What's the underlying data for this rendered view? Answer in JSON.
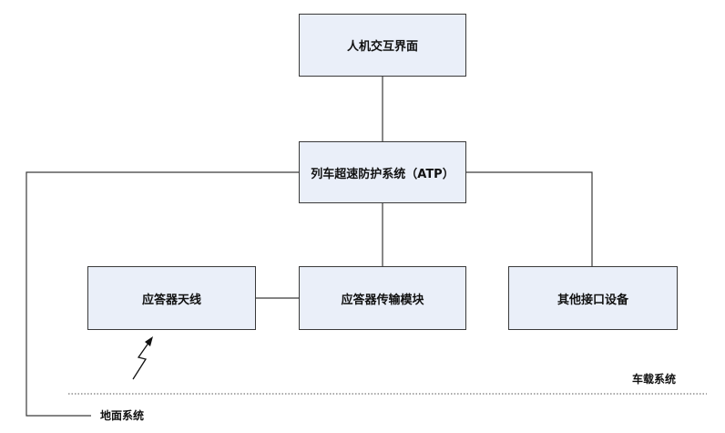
{
  "nodes": {
    "hmi": "人机交互界面",
    "atp": "列车超速防护系统（ATP）",
    "antenna": "应答器天线",
    "transmission": "应答器传输模块",
    "interfaces": "其他接口设备"
  },
  "labels": {
    "onboard_system": "车载系统",
    "ground_system": "地面系统"
  },
  "colors": {
    "box_fill": "#eaeff9",
    "line": "#3a3a3a"
  },
  "icons": {
    "signal": "lightning-signal-icon"
  }
}
